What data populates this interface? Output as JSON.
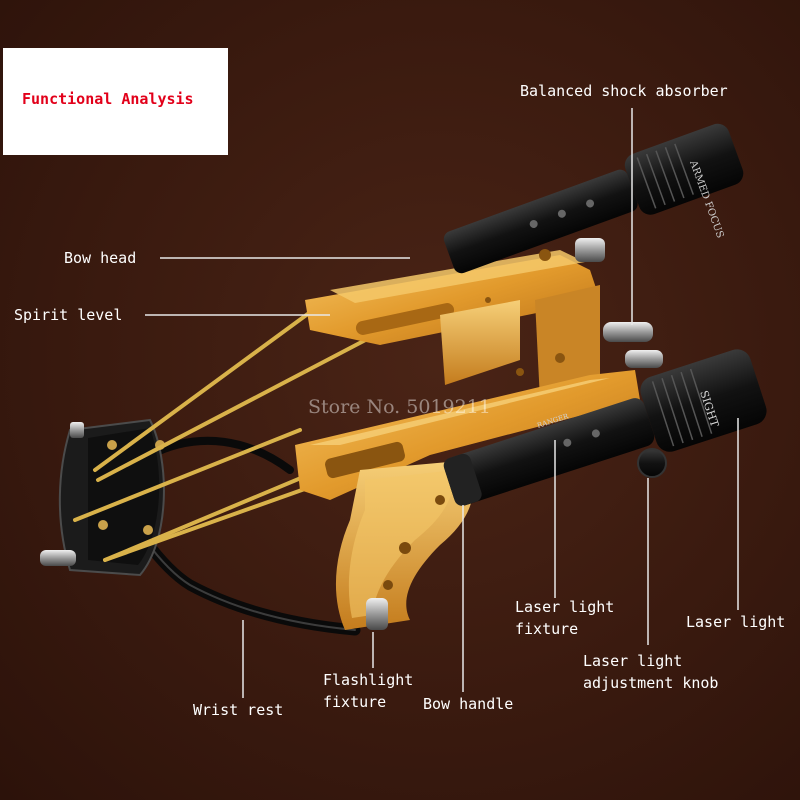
{
  "heading": "Functional Analysis",
  "watermark": "Store No. 5019211",
  "device_labels": {
    "upper_laser": "ARMED FOCUS",
    "lower_laser": "SIGHT",
    "lower_laser_body": "RANGER"
  },
  "callouts": {
    "balanced_shock_absorber": "Balanced shock absorber",
    "bow_head": "Bow head",
    "spirit_level": "Spirit level",
    "laser_light_fixture": "Laser light\nfixture",
    "laser_light": "Laser light",
    "laser_light_adjustment_knob": "Laser light\nadjustment knob",
    "flashlight_fixture": "Flashlight\nfixture",
    "bow_handle": "Bow handle",
    "wrist_rest": "Wrist rest"
  },
  "colors": {
    "background": "#3b1b10",
    "heading_text": "#e2001a",
    "frame_gold": "#e9a93a",
    "rubber_band": "#d9b24a",
    "laser_black": "#141414"
  }
}
